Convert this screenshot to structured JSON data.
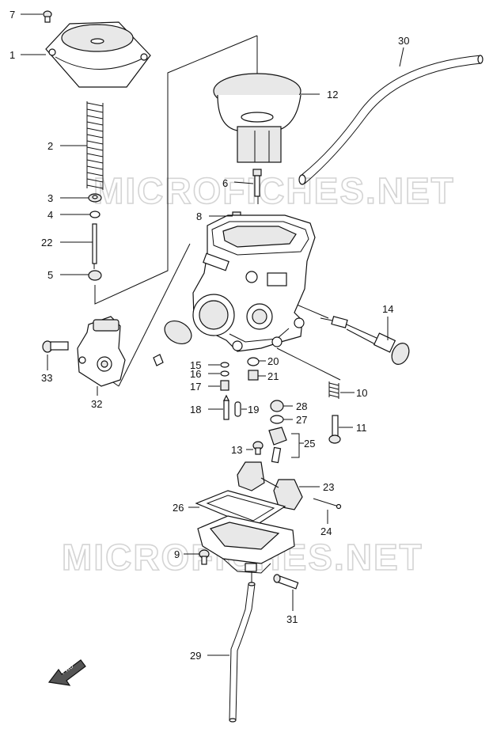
{
  "watermark": "MICROFICHES.NET",
  "fwd_badge": "FWD",
  "callouts": [
    {
      "id": "7",
      "text": "7"
    },
    {
      "id": "1",
      "text": "1"
    },
    {
      "id": "2",
      "text": "2"
    },
    {
      "id": "3",
      "text": "3"
    },
    {
      "id": "4",
      "text": "4"
    },
    {
      "id": "22",
      "text": "22"
    },
    {
      "id": "5",
      "text": "5"
    },
    {
      "id": "33",
      "text": "33"
    },
    {
      "id": "32",
      "text": "32"
    },
    {
      "id": "30",
      "text": "30"
    },
    {
      "id": "12",
      "text": "12"
    },
    {
      "id": "6",
      "text": "6"
    },
    {
      "id": "8",
      "text": "8"
    },
    {
      "id": "14",
      "text": "14"
    },
    {
      "id": "15",
      "text": "15"
    },
    {
      "id": "16",
      "text": "16"
    },
    {
      "id": "17",
      "text": "17"
    },
    {
      "id": "20",
      "text": "20"
    },
    {
      "id": "21",
      "text": "21"
    },
    {
      "id": "10",
      "text": "10"
    },
    {
      "id": "18",
      "text": "18"
    },
    {
      "id": "19",
      "text": "19"
    },
    {
      "id": "28",
      "text": "28"
    },
    {
      "id": "27",
      "text": "27"
    },
    {
      "id": "11",
      "text": "11"
    },
    {
      "id": "25",
      "text": "25"
    },
    {
      "id": "13",
      "text": "13"
    },
    {
      "id": "23",
      "text": "23"
    },
    {
      "id": "26",
      "text": "26"
    },
    {
      "id": "24",
      "text": "24"
    },
    {
      "id": "9",
      "text": "9"
    },
    {
      "id": "31",
      "text": "31"
    },
    {
      "id": "29",
      "text": "29"
    }
  ]
}
